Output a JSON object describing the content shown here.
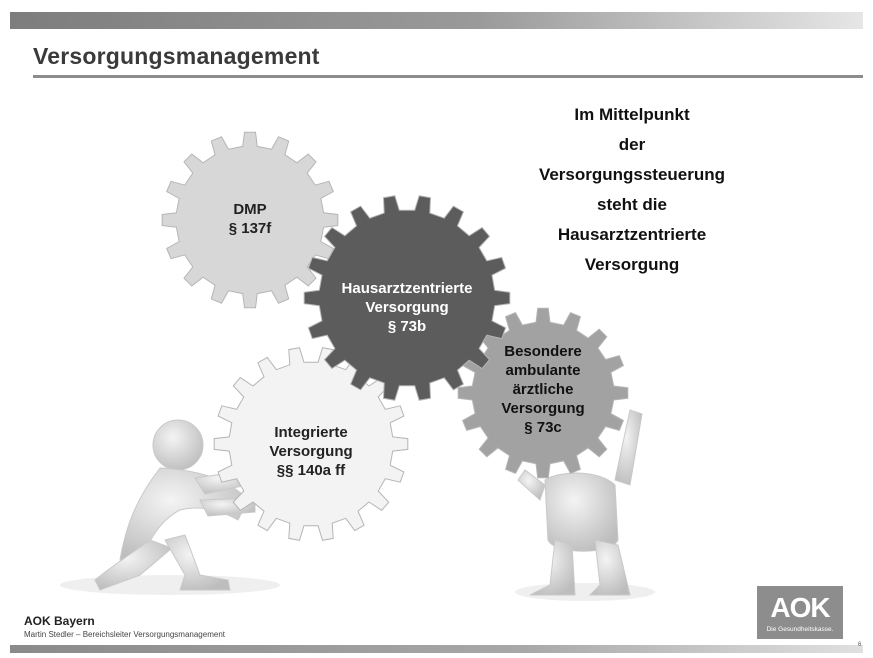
{
  "slide": {
    "title": "Versorgungsmanagement",
    "headline_lines": [
      "Im Mittelpunkt",
      "der",
      "Versorgungssteuerung",
      "steht die",
      "Hausarztzentrierte",
      "Versorgung"
    ]
  },
  "gears": {
    "dmp": {
      "lines": [
        "DMP",
        "§ 137f"
      ],
      "color": "#d7d7d7",
      "text_color": "#222222"
    },
    "hzv": {
      "lines": [
        "Hausarztzentrierte",
        "Versorgung",
        "§ 73b"
      ],
      "color": "#5c5c5c",
      "text_color": "#ffffff"
    },
    "integrated": {
      "lines": [
        "Integrierte",
        "Versorgung",
        "§§ 140a ff"
      ],
      "color": "#f3f3f3",
      "text_color": "#222222"
    },
    "special": {
      "lines": [
        "Besondere",
        "ambulante",
        "ärztliche",
        "Versorgung",
        "§ 73c"
      ],
      "color": "#a2a2a2",
      "text_color": "#111111"
    }
  },
  "footer": {
    "organization": "AOK Bayern",
    "author": "Martin Stedler – Bereichsleiter Versorgungsmanagement",
    "page_mark": "6"
  },
  "logo": {
    "text": "AOK",
    "subtitle": "Die Gesundheitskasse."
  }
}
